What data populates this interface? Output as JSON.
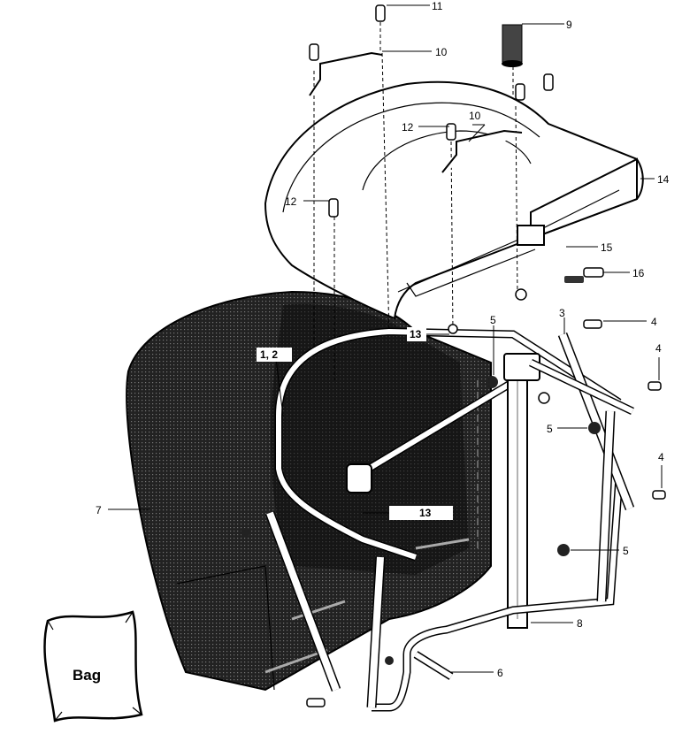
{
  "callouts": {
    "c1_2": "1, 2",
    "c3": "3",
    "c4a": "4",
    "c4b": "4",
    "c4c": "4",
    "c5a": "5",
    "c5b": "5",
    "c5c": "5",
    "c6": "6",
    "c7": "7",
    "c8": "8",
    "c9": "9",
    "c10a": "10",
    "c10b": "10",
    "c11": "11",
    "c12a": "12",
    "c12b": "12",
    "c13a": "13",
    "c13b": "13",
    "c14": "14",
    "c15": "15",
    "c16": "16"
  },
  "inset": {
    "label": "Bag"
  },
  "colors": {
    "ink": "#000000",
    "paper": "#ffffff",
    "mesh": "#1a1a1a"
  }
}
